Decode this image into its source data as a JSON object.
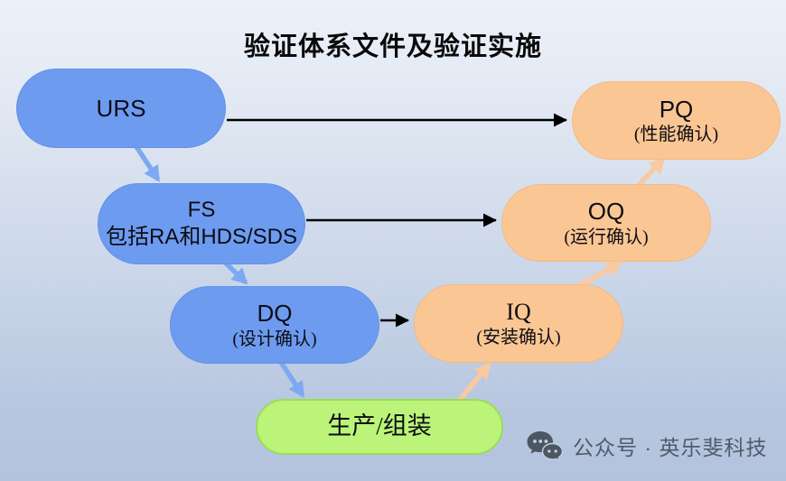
{
  "title": "验证体系文件及验证实施",
  "boxes": {
    "urs": {
      "label": "URS"
    },
    "fs": {
      "label": "FS",
      "sub": "包括RA和HDS/SDS"
    },
    "dq": {
      "label": "DQ",
      "sub": "(设计确认)"
    },
    "pq": {
      "label": "PQ",
      "sub": "(性能确认)"
    },
    "oq": {
      "label": "OQ",
      "sub": "(运行确认)"
    },
    "iq": {
      "label": "IQ",
      "sub": "(安装确认)"
    },
    "production": {
      "label": "生产/组装"
    }
  },
  "edges": [
    {
      "from": "URS",
      "to": "PQ",
      "style": "black-thin"
    },
    {
      "from": "FS",
      "to": "OQ",
      "style": "black-thin"
    },
    {
      "from": "DQ",
      "to": "IQ",
      "style": "black-thin"
    },
    {
      "from": "URS",
      "to": "FS",
      "style": "blue-thick"
    },
    {
      "from": "FS",
      "to": "DQ",
      "style": "blue-thick"
    },
    {
      "from": "DQ",
      "to": "生产/组装",
      "style": "blue-thick"
    },
    {
      "from": "生产/组装",
      "to": "IQ",
      "style": "orange-thick"
    },
    {
      "from": "IQ",
      "to": "OQ",
      "style": "orange-thick"
    },
    {
      "from": "OQ",
      "to": "PQ",
      "style": "orange-thick"
    }
  ],
  "colors": {
    "blue_box": "#6d9bf0",
    "orange_box": "#fac693",
    "green_box": "#bbf478",
    "green_border": "#99dd55",
    "blue_arrow": "#7da9f2",
    "orange_arrow": "#f9c9a0",
    "black_arrow": "#000000",
    "background_top": "#ecf0f8",
    "background_bottom": "#b3c3de",
    "watermark_text": "#4f5b68"
  },
  "watermark": {
    "icon": "wechat-public-account-icon",
    "label": "公众号 · 英乐斐科技"
  }
}
